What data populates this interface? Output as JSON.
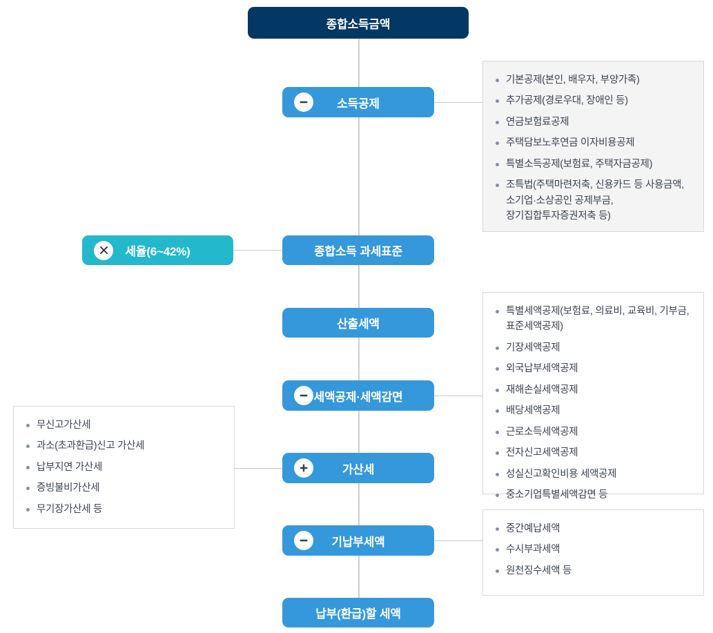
{
  "diagram": {
    "title": "종합소득세 계산 흐름도",
    "colors": {
      "navy": "#033864",
      "blue": "#3498db",
      "teal": "#23b8cc",
      "panel_gray": "#f4f4f4",
      "panel_white": "#ffffff",
      "bullet": "#7f8fac",
      "connector": "#cfcfcf",
      "text_body": "#3c4450"
    }
  },
  "nodes": [
    {
      "id": "gross_income",
      "label": "종합소득금액",
      "operator": "",
      "operator_name": "",
      "style": "navy"
    },
    {
      "id": "income_deduction",
      "label": "소득공제",
      "operator": "−",
      "operator_name": "minus-icon",
      "style": "blue"
    },
    {
      "id": "tax_rate",
      "label": "세율(6~42%)",
      "operator": "×",
      "operator_name": "multiply-icon",
      "style": "teal"
    },
    {
      "id": "tax_base",
      "label": "종합소득 과세표준",
      "operator": "",
      "operator_name": "",
      "style": "blue"
    },
    {
      "id": "calculated_tax",
      "label": "산출세액",
      "operator": "",
      "operator_name": "",
      "style": "blue"
    },
    {
      "id": "tax_credit",
      "label": "세액공제·세액감면",
      "operator": "−",
      "operator_name": "minus-icon",
      "style": "blue"
    },
    {
      "id": "penalty_tax",
      "label": "가산세",
      "operator": "+",
      "operator_name": "plus-icon",
      "style": "blue"
    },
    {
      "id": "prepaid_tax",
      "label": "기납부세액",
      "operator": "−",
      "operator_name": "minus-icon",
      "style": "blue"
    },
    {
      "id": "final_tax",
      "label": "납부(환급)할 세액",
      "operator": "",
      "operator_name": "",
      "style": "blue"
    }
  ],
  "panels": {
    "income_deduction": {
      "name": "income-deduction-panel",
      "items": [
        {
          "text": "기본공제(본인, 배우자, 부양가족)",
          "cont": []
        },
        {
          "text": "추가공제(경로우대, 장애인 등)",
          "cont": []
        },
        {
          "text": "연금보험료공제",
          "cont": []
        },
        {
          "text": "주택담보노후연금 이자비용공제",
          "cont": []
        },
        {
          "text": "특별소득공제(보험료, 주택자금공제)",
          "cont": []
        },
        {
          "text": "조특법(주택마련저축, 신용카드 등 사용금액,",
          "cont": [
            "소기업·소상공인 공제부금,",
            "장기집합투자증권저축 등)"
          ]
        }
      ]
    },
    "tax_credit": {
      "name": "tax-credit-panel",
      "items": [
        {
          "text": "특별세액공제(보험료, 의료비, 교육비, 기부금,",
          "cont": [
            "표준세액공제)"
          ]
        },
        {
          "text": "기장세액공제",
          "cont": []
        },
        {
          "text": "외국납부세액공제",
          "cont": []
        },
        {
          "text": "재해손실세액공제",
          "cont": []
        },
        {
          "text": "배당세액공제",
          "cont": []
        },
        {
          "text": "근로소득세액공제",
          "cont": []
        },
        {
          "text": "전자신고세액공제",
          "cont": []
        },
        {
          "text": "성실신고확인비용 세액공제",
          "cont": []
        },
        {
          "text": "중소기업특별세액감면 등",
          "cont": []
        }
      ]
    },
    "penalty_tax": {
      "name": "penalty-tax-panel",
      "items": [
        {
          "text": "무신고가산세",
          "cont": []
        },
        {
          "text": "과소(초과환급)신고 가산세",
          "cont": []
        },
        {
          "text": "납부지연 가산세",
          "cont": []
        },
        {
          "text": "증빙불비가산세",
          "cont": []
        },
        {
          "text": "무기장가산세 등",
          "cont": []
        }
      ]
    },
    "prepaid_tax": {
      "name": "prepaid-tax-panel",
      "items": [
        {
          "text": "중간예납세액",
          "cont": []
        },
        {
          "text": "수시부과세액",
          "cont": []
        },
        {
          "text": "원천징수세액 등",
          "cont": []
        }
      ]
    }
  }
}
